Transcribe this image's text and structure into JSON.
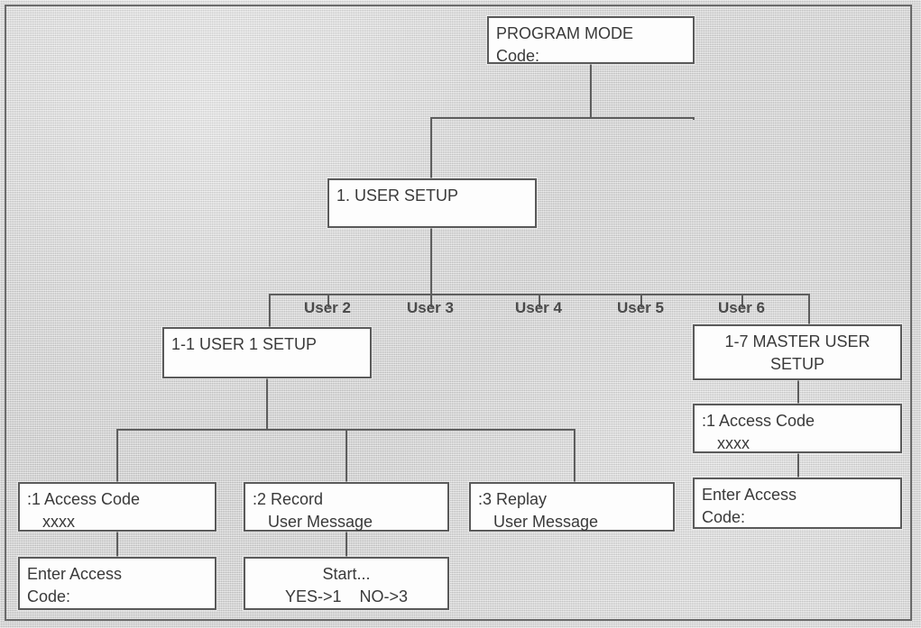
{
  "diagram": {
    "title": "Program Mode - User Setup menu tree",
    "colors": {
      "line": "#5d5d5d",
      "box_fill": "#fdfdfd",
      "box_border": "#5a5a5a",
      "background": "#c8c8c8"
    }
  },
  "nodes": {
    "program_mode": {
      "line1": "PROGRAM MODE",
      "line2": "Code:"
    },
    "user_setup": {
      "line1": "1. USER SETUP"
    },
    "user1_setup": {
      "line1": "1-1 USER 1 SETUP"
    },
    "master_setup": {
      "line1": "1-7 MASTER USER",
      "line2": "SETUP"
    },
    "master_access": {
      "line1": ":1 Access Code",
      "line2": "xxxx"
    },
    "master_enter": {
      "line1": "Enter Access",
      "line2": "Code:"
    },
    "u1_access": {
      "line1": ":1 Access Code",
      "line2": "xxxx"
    },
    "u1_enter": {
      "line1": "Enter Access",
      "line2": "Code:"
    },
    "u1_record": {
      "line1": ":2 Record",
      "line2": "User Message"
    },
    "u1_start": {
      "line1": "Start...",
      "line2": "YES->1    NO->3"
    },
    "u1_replay": {
      "line1": ":3 Replay",
      "line2": "User Message"
    }
  },
  "user_branches": [
    {
      "label": "User 2"
    },
    {
      "label": "User 3"
    },
    {
      "label": "User 4"
    },
    {
      "label": "User 5"
    },
    {
      "label": "User 6"
    }
  ]
}
